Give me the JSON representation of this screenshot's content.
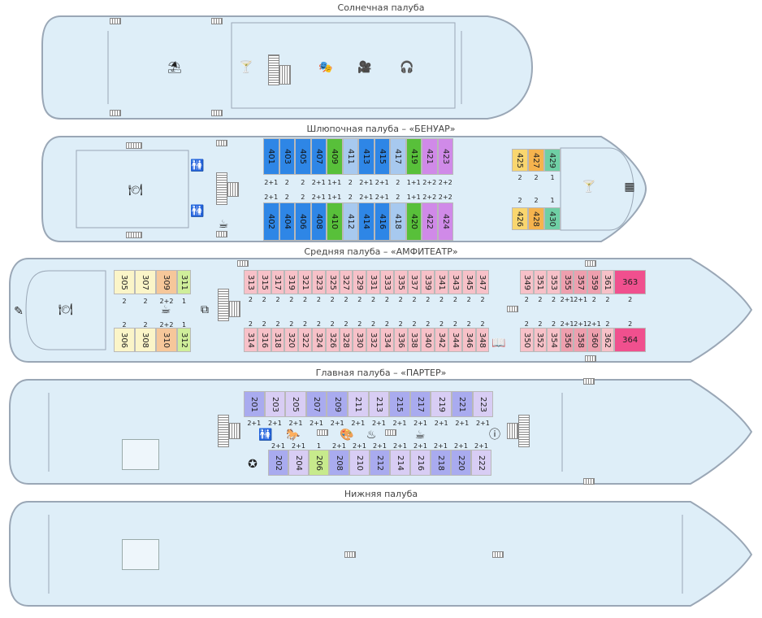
{
  "decks": {
    "sun": {
      "title": "Солнечная палуба"
    },
    "boat": {
      "title": "Шлюпочная палуба – «БЕНУАР»"
    },
    "middle": {
      "title": "Средняя палуба – «АМФИТЕАТР»"
    },
    "main": {
      "title": "Главная палуба – «ПАРТЕР»"
    },
    "lower": {
      "title": "Нижняя палуба"
    }
  },
  "colors": {
    "hull_fill": "#deeef8",
    "hull_stroke": "#9aa7b6",
    "blue": "#2e86e6",
    "blue_light": "#a7c9ef",
    "green": "#58c03a",
    "violet": "#d08ae8",
    "yellow": "#f9d66f",
    "orange": "#f6b34d",
    "teal": "#6fcfa5",
    "cream": "#fbf5c8",
    "peach": "#f6c79a",
    "lime": "#cfee9a",
    "pink": "#f7c1c8",
    "rose": "#ee9fae",
    "hotpink": "#f0508e",
    "periwinkle": "#a9abef",
    "lavender": "#d8cdf4",
    "lightgreen": "#c7ea8c"
  },
  "icons": {
    "sun": [
      {
        "name": "beach-umbrella-icon",
        "glyph": "⛱"
      },
      {
        "name": "cocktail-icon",
        "glyph": "🍸"
      },
      {
        "name": "theater-masks-icon",
        "glyph": "🎭"
      },
      {
        "name": "movie-camera-icon",
        "glyph": "🎥"
      },
      {
        "name": "headphones-icon",
        "glyph": "🎧"
      }
    ],
    "boat": [
      {
        "name": "restaurant-icon",
        "glyph": "🍽"
      },
      {
        "name": "toilet-icon",
        "glyph": "🚻"
      },
      {
        "name": "toilet-icon",
        "glyph": "🚻"
      },
      {
        "name": "coffee-machine-icon",
        "glyph": "☕"
      },
      {
        "name": "cocktail-icon",
        "glyph": "🍸"
      },
      {
        "name": "table-chairs-icon",
        "glyph": "▦"
      }
    ],
    "middle": [
      {
        "name": "restaurant-icon",
        "glyph": "🍽"
      },
      {
        "name": "coffee-icon",
        "glyph": "☕"
      },
      {
        "name": "elevator-icon",
        "glyph": "⧉"
      },
      {
        "name": "book-icon",
        "glyph": "📖"
      },
      {
        "name": "pen-icon",
        "glyph": "✎"
      }
    ],
    "main": [
      {
        "name": "toilet-icon",
        "glyph": "🚻"
      },
      {
        "name": "rocking-horse-icon",
        "glyph": "🐎"
      },
      {
        "name": "palette-icon",
        "glyph": "🎨"
      },
      {
        "name": "iron-icon",
        "glyph": "♨"
      },
      {
        "name": "coffee-icon",
        "glyph": "☕"
      },
      {
        "name": "info-icon",
        "glyph": "ⓘ"
      },
      {
        "name": "medical-cross-icon",
        "glyph": "✚"
      },
      {
        "name": "film-reel-icon",
        "glyph": "✪"
      }
    ],
    "lower": [
      {
        "name": "massage-icon",
        "glyph": "⚕"
      }
    ]
  },
  "cabins": {
    "boat_top": [
      {
        "n": "401",
        "c": "blue",
        "cap": "2+1"
      },
      {
        "n": "403",
        "c": "blue",
        "cap": "2"
      },
      {
        "n": "405",
        "c": "blue",
        "cap": "2"
      },
      {
        "n": "407",
        "c": "blue",
        "cap": "2+1"
      },
      {
        "n": "409",
        "c": "green",
        "cap": "1+1"
      },
      {
        "n": "411",
        "c": "blue_light",
        "cap": "2"
      },
      {
        "n": "413",
        "c": "blue",
        "cap": "2+1"
      },
      {
        "n": "415",
        "c": "blue",
        "cap": "2+1"
      },
      {
        "n": "417",
        "c": "blue_light",
        "cap": "2"
      },
      {
        "n": "419",
        "c": "green",
        "cap": "1+1"
      },
      {
        "n": "421",
        "c": "violet",
        "cap": "2+2"
      },
      {
        "n": "423",
        "c": "violet",
        "cap": "2+2"
      }
    ],
    "boat_bottom": [
      {
        "n": "402",
        "c": "blue",
        "cap": "2+1"
      },
      {
        "n": "404",
        "c": "blue",
        "cap": "2"
      },
      {
        "n": "406",
        "c": "blue",
        "cap": "2"
      },
      {
        "n": "408",
        "c": "blue",
        "cap": "2+1"
      },
      {
        "n": "410",
        "c": "green",
        "cap": "1+1"
      },
      {
        "n": "412",
        "c": "blue_light",
        "cap": "2"
      },
      {
        "n": "414",
        "c": "blue",
        "cap": "2+1"
      },
      {
        "n": "416",
        "c": "blue",
        "cap": "2+1"
      },
      {
        "n": "418",
        "c": "blue_light",
        "cap": "2"
      },
      {
        "n": "420",
        "c": "green",
        "cap": "1+1"
      },
      {
        "n": "422",
        "c": "violet",
        "cap": "2+2"
      },
      {
        "n": "424",
        "c": "violet",
        "cap": "2+2"
      }
    ],
    "boat_fwd_top": [
      {
        "n": "425",
        "c": "yellow",
        "cap": "2"
      },
      {
        "n": "427",
        "c": "orange",
        "cap": "2"
      },
      {
        "n": "429",
        "c": "teal",
        "cap": "1"
      }
    ],
    "boat_fwd_bottom": [
      {
        "n": "426",
        "c": "yellow",
        "cap": "2"
      },
      {
        "n": "428",
        "c": "orange",
        "cap": "2"
      },
      {
        "n": "430",
        "c": "teal",
        "cap": "1"
      }
    ],
    "mid_aft_top": [
      {
        "n": "305",
        "c": "cream",
        "cap": "2"
      },
      {
        "n": "307",
        "c": "cream",
        "cap": "2"
      },
      {
        "n": "309",
        "c": "peach",
        "cap": "2+2"
      },
      {
        "n": "311",
        "c": "lime",
        "cap": "1"
      }
    ],
    "mid_aft_bottom": [
      {
        "n": "306",
        "c": "cream",
        "cap": "2"
      },
      {
        "n": "308",
        "c": "cream",
        "cap": "2"
      },
      {
        "n": "310",
        "c": "peach",
        "cap": "2+2"
      },
      {
        "n": "312",
        "c": "lime",
        "cap": "1"
      }
    ],
    "mid_top": [
      {
        "n": "313",
        "cap": "2"
      },
      {
        "n": "315",
        "cap": "2"
      },
      {
        "n": "317",
        "cap": "2"
      },
      {
        "n": "319",
        "cap": "2"
      },
      {
        "n": "321",
        "cap": "2"
      },
      {
        "n": "323",
        "cap": "2"
      },
      {
        "n": "325",
        "cap": "2"
      },
      {
        "n": "327",
        "cap": "2"
      },
      {
        "n": "329",
        "cap": "2"
      },
      {
        "n": "331",
        "cap": "2"
      },
      {
        "n": "333",
        "cap": "2"
      },
      {
        "n": "335",
        "cap": "2"
      },
      {
        "n": "337",
        "cap": "2"
      },
      {
        "n": "339",
        "cap": "2"
      },
      {
        "n": "341",
        "cap": "2"
      },
      {
        "n": "343",
        "cap": "2"
      },
      {
        "n": "345",
        "cap": "2"
      },
      {
        "n": "347",
        "cap": "2"
      }
    ],
    "mid_bottom": [
      {
        "n": "314",
        "cap": "2"
      },
      {
        "n": "316",
        "cap": "2"
      },
      {
        "n": "318",
        "cap": "2"
      },
      {
        "n": "320",
        "cap": "2"
      },
      {
        "n": "322",
        "cap": "2"
      },
      {
        "n": "324",
        "cap": "2"
      },
      {
        "n": "326",
        "cap": "2"
      },
      {
        "n": "328",
        "cap": "2"
      },
      {
        "n": "330",
        "cap": "2"
      },
      {
        "n": "332",
        "cap": "2"
      },
      {
        "n": "334",
        "cap": "2"
      },
      {
        "n": "336",
        "cap": "2"
      },
      {
        "n": "338",
        "cap": "2"
      },
      {
        "n": "340",
        "cap": "2"
      },
      {
        "n": "342",
        "cap": "2"
      },
      {
        "n": "344",
        "cap": "2"
      },
      {
        "n": "346",
        "cap": "2"
      },
      {
        "n": "348",
        "cap": "2"
      }
    ],
    "mid_fwd_top": [
      {
        "n": "349",
        "c": "pink",
        "cap": "2"
      },
      {
        "n": "351",
        "c": "pink",
        "cap": "2"
      },
      {
        "n": "353",
        "c": "pink",
        "cap": "2"
      },
      {
        "n": "355",
        "c": "rose",
        "cap": "2+1"
      },
      {
        "n": "357",
        "c": "rose",
        "cap": "2+1"
      },
      {
        "n": "359",
        "c": "rose",
        "cap": "2"
      },
      {
        "n": "361",
        "c": "pink",
        "cap": "2"
      },
      {
        "n": "363",
        "c": "hotpink",
        "cap": "2"
      }
    ],
    "mid_fwd_bottom": [
      {
        "n": "350",
        "c": "pink",
        "cap": "2"
      },
      {
        "n": "352",
        "c": "pink",
        "cap": "2"
      },
      {
        "n": "354",
        "c": "pink",
        "cap": "2"
      },
      {
        "n": "356",
        "c": "rose",
        "cap": "2+1"
      },
      {
        "n": "358",
        "c": "rose",
        "cap": "2+1"
      },
      {
        "n": "360",
        "c": "rose",
        "cap": "2+1"
      },
      {
        "n": "362",
        "c": "pink",
        "cap": "2"
      },
      {
        "n": "364",
        "c": "hotpink",
        "cap": "2"
      }
    ],
    "main_top": [
      {
        "n": "201",
        "c": "periwinkle",
        "cap": "2+1"
      },
      {
        "n": "203",
        "c": "lavender",
        "cap": "2+1"
      },
      {
        "n": "205",
        "c": "lavender",
        "cap": "2+1"
      },
      {
        "n": "207",
        "c": "periwinkle",
        "cap": "2+1"
      },
      {
        "n": "209",
        "c": "periwinkle",
        "cap": "2+1"
      },
      {
        "n": "211",
        "c": "lavender",
        "cap": "2+1"
      },
      {
        "n": "213",
        "c": "lavender",
        "cap": "2+1"
      },
      {
        "n": "215",
        "c": "periwinkle",
        "cap": "2+1"
      },
      {
        "n": "217",
        "c": "periwinkle",
        "cap": "2+1"
      },
      {
        "n": "219",
        "c": "lavender",
        "cap": "2+1"
      },
      {
        "n": "221",
        "c": "periwinkle",
        "cap": "2+1"
      },
      {
        "n": "223",
        "c": "lavender",
        "cap": "2+1"
      }
    ],
    "main_bottom": [
      {
        "n": "202",
        "c": "periwinkle",
        "cap": "2+1"
      },
      {
        "n": "204",
        "c": "lavender",
        "cap": "2+1"
      },
      {
        "n": "206",
        "c": "lightgreen",
        "cap": "1"
      },
      {
        "n": "208",
        "c": "periwinkle",
        "cap": "2+1"
      },
      {
        "n": "210",
        "c": "lavender",
        "cap": "2+1"
      },
      {
        "n": "212",
        "c": "periwinkle",
        "cap": "2+1"
      },
      {
        "n": "214",
        "c": "lavender",
        "cap": "2+1"
      },
      {
        "n": "216",
        "c": "lavender",
        "cap": "2+1"
      },
      {
        "n": "218",
        "c": "periwinkle",
        "cap": "2+1"
      },
      {
        "n": "220",
        "c": "periwinkle",
        "cap": "2+1"
      },
      {
        "n": "222",
        "c": "lavender",
        "cap": "2+1"
      }
    ]
  }
}
